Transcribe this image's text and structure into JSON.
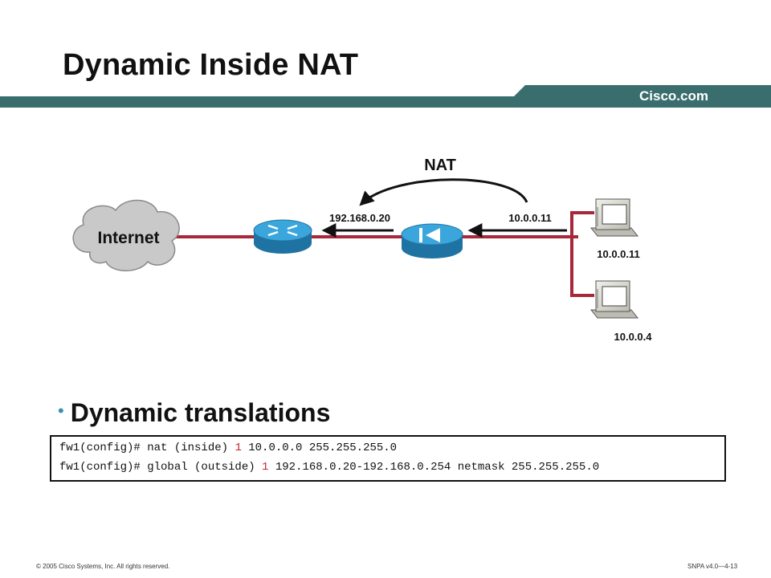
{
  "slide": {
    "title": "Dynamic Inside NAT",
    "logo_text": "Cisco.com",
    "bullet": "Dynamic translations",
    "footer_left": "© 2005 Cisco Systems, Inc. All rights reserved.",
    "footer_right": "SNPA v4.0—4-13"
  },
  "diagram": {
    "nat_label": "NAT",
    "cloud_label": "Internet",
    "outside_address": "192.168.0.20",
    "inside_address": "10.0.0.11",
    "host1_address": "10.0.0.11",
    "host2_address": "10.0.0.4"
  },
  "code": {
    "line1": {
      "pre": "fw1(config)# nat (inside) ",
      "id": "1",
      "post": " 10.0.0.0 255.255.255.0"
    },
    "line2": {
      "pre": "fw1(config)# global (outside) ",
      "id": "1",
      "post": " 192.168.0.20-192.168.0.254 netmask 255.255.255.0"
    }
  },
  "colors": {
    "bar": "#3a6e6e",
    "link": "#a8283a",
    "device": "#2a93c8",
    "accent_number": "#c0272d"
  },
  "icons": [
    "cloud-icon",
    "router-icon",
    "firewall-icon",
    "workstation-icon"
  ]
}
